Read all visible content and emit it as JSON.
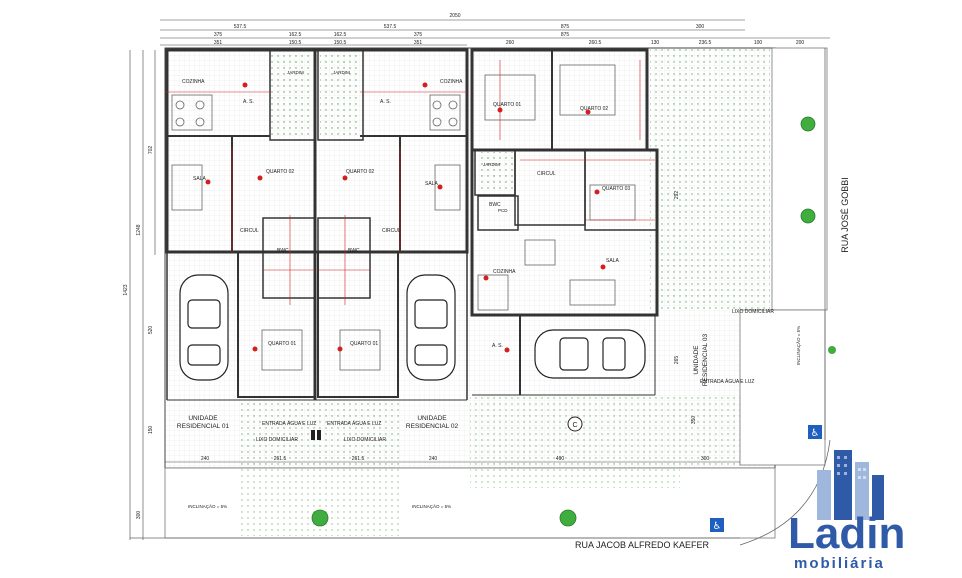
{
  "dimensions": {
    "total": "2050",
    "top": [
      "537.5",
      "537.5",
      "875",
      "300"
    ],
    "top2": [
      "375",
      "162.5",
      "162.5",
      "375",
      "260",
      "875",
      "260.5",
      "130",
      "236.5",
      "100",
      "200"
    ],
    "top3": [
      "351",
      "150.5",
      "150.5",
      "351"
    ],
    "left": [
      "702",
      "1248",
      "1423",
      "520",
      "150",
      "300"
    ],
    "bottom": [
      "240",
      "261.5",
      "261.5",
      "240",
      "490",
      "300"
    ],
    "right": [
      "292",
      "265",
      "350"
    ]
  },
  "rooms": {
    "cozinha": "COZINHA",
    "jardim": "JARDIM",
    "as": "A. S.",
    "sala": "SALA",
    "quarto01": "QUARTO 01",
    "quarto02": "QUARTO 02",
    "quarto03": "QUARTO 03",
    "circul": "CIRCUL",
    "bwc": "BWC",
    "pcd": "PCD"
  },
  "units": {
    "u1": [
      "UNIDADE",
      "RESIDENCIAL 01"
    ],
    "u2": [
      "UNIDADE",
      "RESIDENCIAL 02"
    ],
    "u3": [
      "UNIDADE",
      "RESIDENCIAL 03"
    ]
  },
  "notes": {
    "entrada": "ENTRADA ÁGUA E LUZ",
    "lixo": "LIXO DOMICILIAR",
    "inclinacao": "INCLINAÇÃO = 5%"
  },
  "streets": {
    "south": "RUA JACOB ALFREDO KAEFER",
    "east": "RUA JOSÉ GOBBI"
  },
  "logo": {
    "name": "Ladin",
    "sub": "mobiliária"
  },
  "colors": {
    "logo_blue": "#2f5aa8",
    "logo_light": "#9fb7dc",
    "accent_red": "#d21f1f",
    "green_tree": "#3fae3f",
    "accessible_blue": "#1f5fbf"
  }
}
